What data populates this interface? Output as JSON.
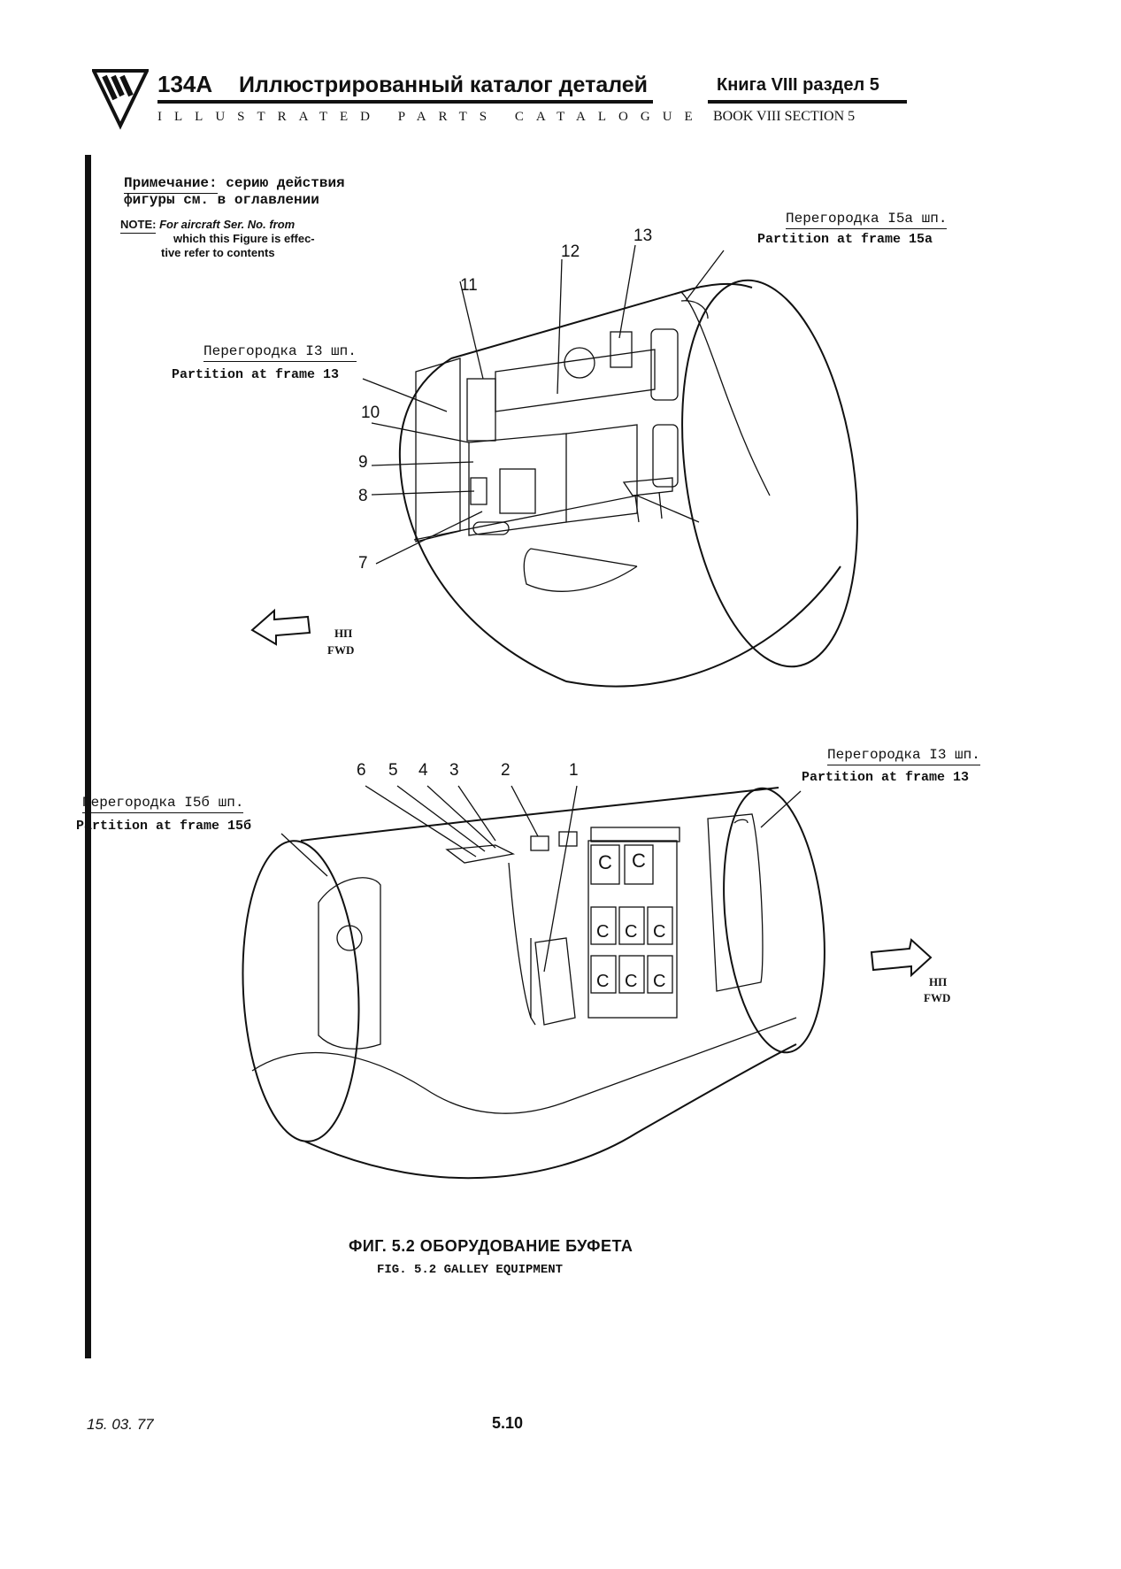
{
  "header": {
    "model": "134A",
    "title_ru": "Иллюстрированный каталог деталей",
    "book_ru": "Книга VIII раздел 5",
    "title_en": "ILLUSTRATED PARTS CATALOGUE",
    "book_en": "BOOK VIII SECTION 5"
  },
  "note": {
    "ru_label": "Примечание:",
    "ru_text_1": "серию действия",
    "ru_text_2": "фигуры см. в оглавлении",
    "en_label": "NOTE:",
    "en_text_1": "For aircraft Ser. No. from",
    "en_text_2": "which this Figure is effec-",
    "en_text_3": "tive refer to contents"
  },
  "top_view": {
    "partition_15a_ru": "Перегородка I5a шп.",
    "partition_15a_en": "Partition at frame 15a",
    "partition_13_ru": "Перегородка I3 шп.",
    "partition_13_en": "Partition at frame 13",
    "fwd_ru": "НП",
    "fwd_en": "FWD",
    "callouts": [
      "13",
      "12",
      "11",
      "10",
      "9",
      "8",
      "7"
    ]
  },
  "bottom_view": {
    "partition_156_ru": "Перегородка I5б шп.",
    "partition_156_en": "Partition at frame 15б",
    "partition_13_ru": "Перегородка I3 шп.",
    "partition_13_en": "Partition at frame 13",
    "fwd_ru": "НП",
    "fwd_en": "FWD",
    "callouts": [
      "6",
      "5",
      "4",
      "3",
      "2",
      "1"
    ],
    "container_mark": "C"
  },
  "caption": {
    "ru": "ФИГ. 5.2 ОБОРУДОВАНИЕ БУФЕТА",
    "en": "FIG. 5.2 GALLEY EQUIPMENT"
  },
  "footer": {
    "date": "15. 03. 77",
    "page": "5.10"
  }
}
